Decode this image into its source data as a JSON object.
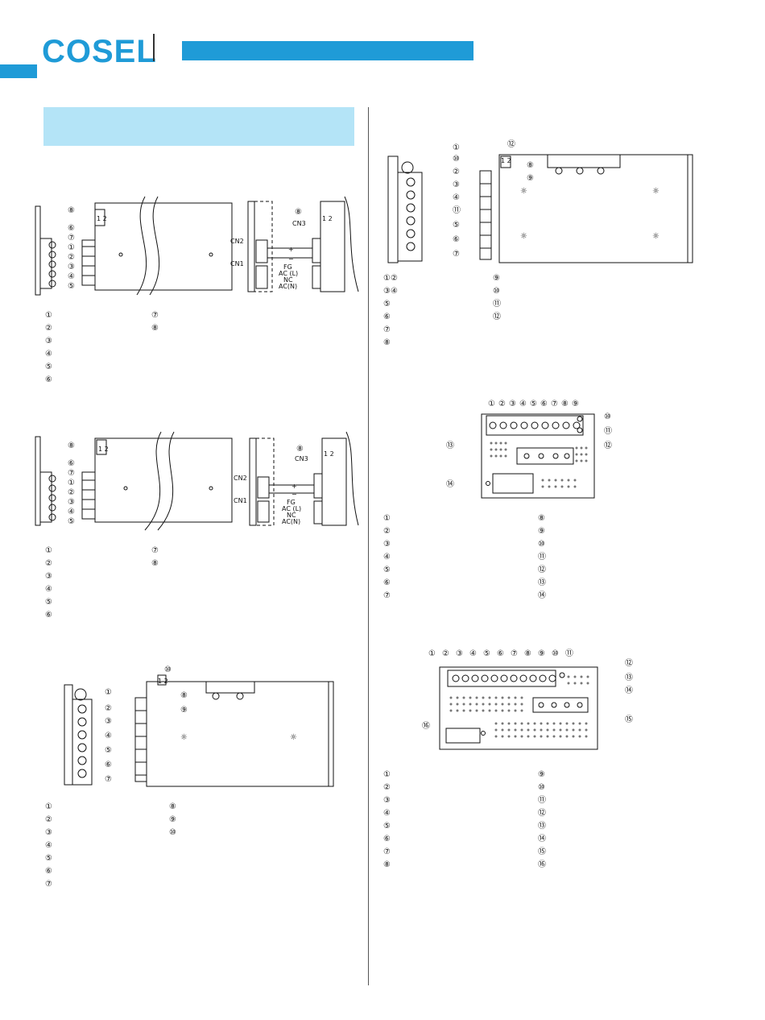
{
  "brand": {
    "logo_text": "COSEL",
    "accent_color": "#1f9bd7",
    "section_bg": "#b4e4f7"
  },
  "fig1": {
    "callouts_left": [
      "⑧",
      "⑥",
      "⑦",
      "①",
      "②",
      "③",
      "④",
      "⑤"
    ],
    "callouts_right": [
      "⑧"
    ],
    "labels": {
      "cn3": "CN3",
      "cn2": "CN2",
      "cn1": "CN1",
      "plus": "+",
      "minus": "−",
      "fg": "FG",
      "acl": "AC (L)",
      "nc": "NC",
      "acn": "AC(N)",
      "pin12": "1 2"
    },
    "legend_col1": [
      "①",
      "②",
      "③",
      "④",
      "⑤",
      "⑥"
    ],
    "legend_col2": [
      "⑦",
      "⑧"
    ]
  },
  "fig2": {
    "callouts_left": [
      "⑧",
      "⑥",
      "⑦",
      "①",
      "②",
      "③",
      "④",
      "⑤"
    ],
    "callouts_right": [
      "⑧"
    ],
    "labels": {
      "cn3": "CN3",
      "cn2": "CN2",
      "cn1": "CN1",
      "plus": "+",
      "minus": "−",
      "fg": "FG",
      "acl": "AC (L)",
      "nc": "NC",
      "acn": "AC(N)",
      "pin12": "1 2"
    },
    "legend_col1": [
      "①",
      "②",
      "③",
      "④",
      "⑤",
      "⑥"
    ],
    "legend_col2": [
      "⑦",
      "⑧"
    ]
  },
  "fig3": {
    "callouts_terms": [
      "①",
      "②",
      "③",
      "④",
      "⑤",
      "⑥",
      "⑦"
    ],
    "callouts_top": [
      "⑩",
      "⑧",
      "⑨"
    ],
    "pin12": "1 2",
    "legend_col1": [
      "①",
      "②",
      "③",
      "④",
      "⑤",
      "⑥",
      "⑦"
    ],
    "legend_col2": [
      "⑧",
      "⑨",
      "⑩"
    ]
  },
  "fig4": {
    "callouts_terms": [
      "①",
      "⑩",
      "②",
      "③",
      "④",
      "⑪",
      "⑤",
      "⑥",
      "⑦"
    ],
    "callouts_top": [
      "⑫",
      "⑧",
      "⑨"
    ],
    "pin12": "1 2",
    "legend_col1": [
      "①②",
      "③④",
      "⑤",
      "⑥",
      "⑦",
      "⑧"
    ],
    "legend_col2": [
      "⑨",
      "⑩",
      "⑪",
      "⑫"
    ]
  },
  "fig5": {
    "callouts_top": [
      "①",
      "②",
      "③",
      "④",
      "⑤",
      "⑥",
      "⑦",
      "⑧",
      "⑨"
    ],
    "callouts_side": [
      "⑩",
      "⑪",
      "⑫",
      "⑬",
      "⑭"
    ],
    "legend_col1": [
      "①",
      "②",
      "③",
      "④",
      "⑤",
      "⑥",
      "⑦"
    ],
    "legend_col2": [
      "⑧",
      "⑨",
      "⑩",
      "⑪",
      "⑫",
      "⑬",
      "⑭"
    ]
  },
  "fig6": {
    "callouts_top": [
      "①",
      "②",
      "③",
      "④",
      "⑤",
      "⑥",
      "⑦",
      "⑧",
      "⑨",
      "⑩",
      "⑪"
    ],
    "callouts_side": [
      "⑫",
      "⑬",
      "⑭",
      "⑮",
      "⑯"
    ],
    "legend_col1": [
      "①",
      "②",
      "③",
      "④",
      "⑤",
      "⑥",
      "⑦",
      "⑧"
    ],
    "legend_col2": [
      "⑨",
      "⑩",
      "⑪",
      "⑫",
      "⑬",
      "⑭",
      "⑮",
      "⑯"
    ]
  }
}
